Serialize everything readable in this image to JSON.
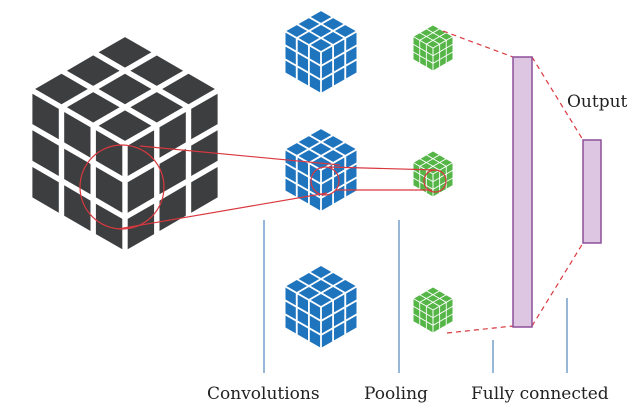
{
  "labels": {
    "convolutions": "Convolutions",
    "pooling": "Pooling",
    "fully_connected": "Fully connected",
    "output": "Output"
  },
  "colors": {
    "input_cube": "#3d3e40",
    "conv_cube": "#1f74be",
    "pool_cube": "#55b547",
    "fc_fill": "#ddc6e1",
    "fc_stroke": "#8d4f9a",
    "connector": "#d9383f",
    "guide_line": "#2e6fb0",
    "background": "#ffffff"
  }
}
